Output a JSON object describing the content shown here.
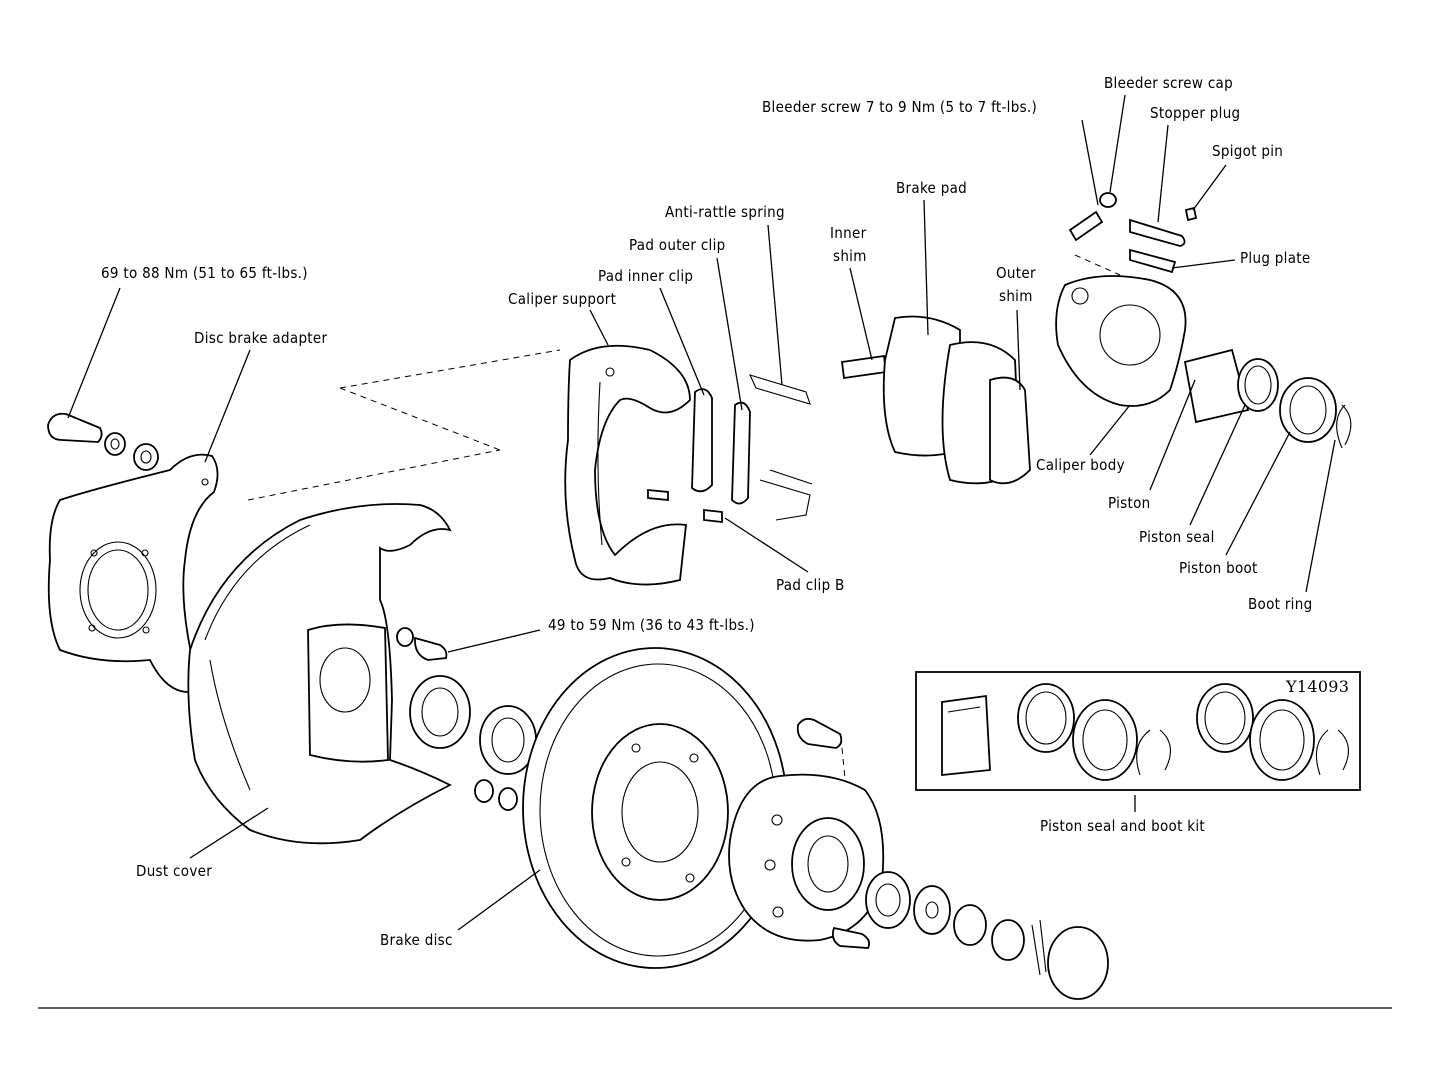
{
  "labels": {
    "bleeder_screw_cap": "Bleeder screw cap",
    "bleeder_screw": "Bleeder screw 7 to 9 Nm (5 to 7 ft-lbs.)",
    "stopper_plug": "Stopper plug",
    "spigot_pin": "Spigot pin",
    "brake_pad": "Brake pad",
    "anti_rattle_spring": "Anti-rattle spring",
    "inner_shim_1": "Inner",
    "inner_shim_2": "shim",
    "outer_shim_1": "Outer",
    "outer_shim_2": "shim",
    "plug_plate": "Plug plate",
    "pad_outer_clip": "Pad outer clip",
    "pad_inner_clip": "Pad inner clip",
    "torque_69_88": "69 to 88 Nm (51 to 65 ft-lbs.)",
    "caliper_support": "Caliper support",
    "disc_brake_adapter": "Disc brake adapter",
    "caliper_body": "Caliper body",
    "piston": "Piston",
    "piston_seal": "Piston seal",
    "piston_boot": "Piston boot",
    "pad_clip_b": "Pad clip B",
    "boot_ring": "Boot ring",
    "torque_49_59": "49 to 59 Nm (36 to 43 ft-lbs.)",
    "kit_code": "Y14093",
    "piston_seal_boot_kit": "Piston seal and boot kit",
    "dust_cover": "Dust cover",
    "brake_disc": "Brake disc"
  }
}
